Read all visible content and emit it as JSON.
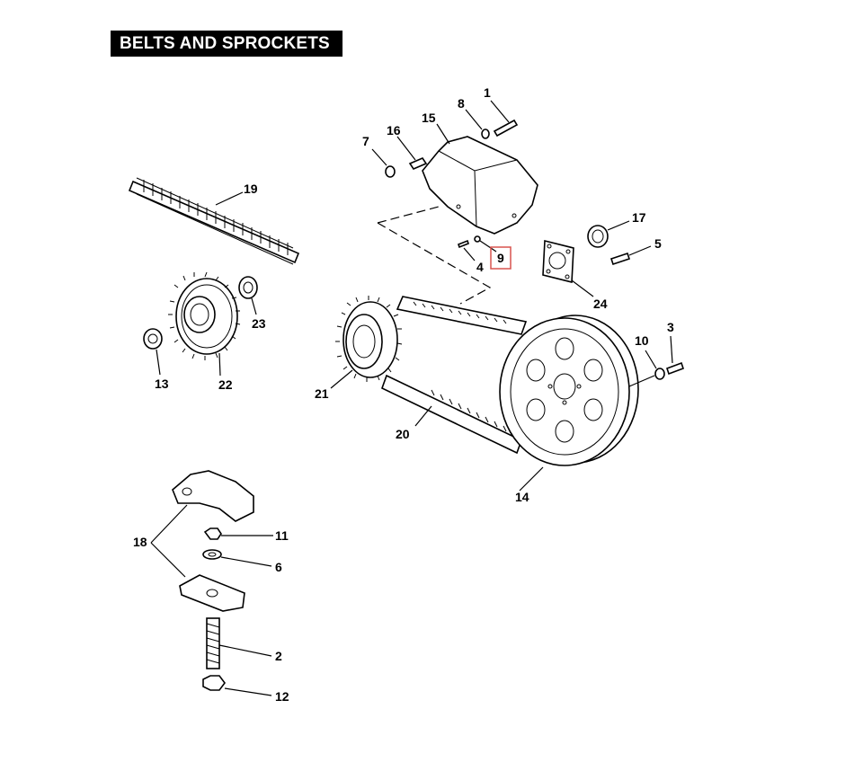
{
  "title": "BELTS AND SPROCKETS",
  "highlight_color": "#d9534f",
  "callouts": {
    "c1": "1",
    "c2": "2",
    "c3": "3",
    "c4": "4",
    "c5": "5",
    "c6": "6",
    "c7": "7",
    "c8": "8",
    "c9": "9",
    "c10": "10",
    "c11": "11",
    "c12": "12",
    "c13": "13",
    "c14": "14",
    "c15": "15",
    "c16": "16",
    "c17": "17",
    "c18": "18",
    "c19": "19",
    "c20": "20",
    "c21": "21",
    "c22": "22",
    "c23": "23",
    "c24": "24"
  },
  "highlighted_callout": "9"
}
